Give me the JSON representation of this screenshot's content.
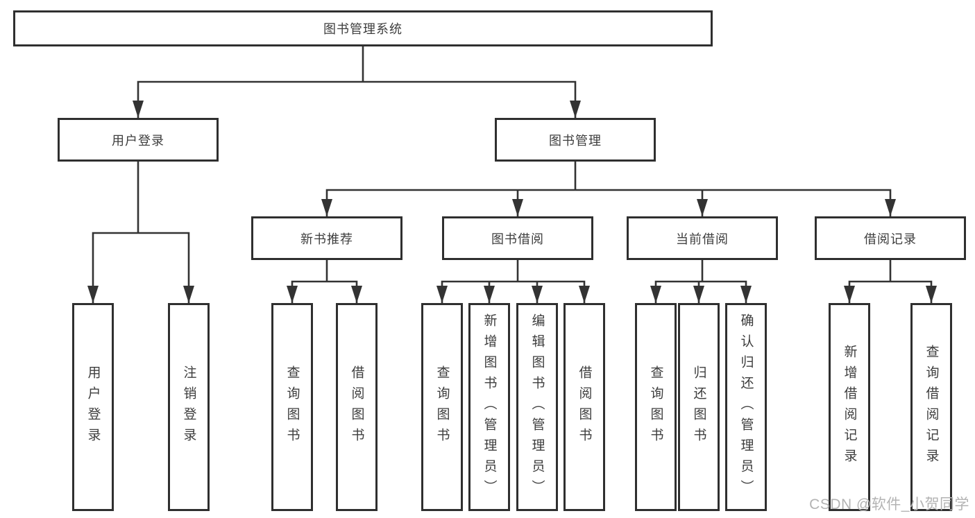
{
  "diagram": {
    "root": {
      "label": "图书管理系统"
    },
    "branches": [
      {
        "label": "用户登录",
        "children": [
          {
            "label": "用户登录"
          },
          {
            "label": "注销登录"
          }
        ]
      },
      {
        "label": "图书管理",
        "children": [
          {
            "label": "新书推荐",
            "children": [
              {
                "label": "查询图书"
              },
              {
                "label": "借阅图书"
              }
            ]
          },
          {
            "label": "图书借阅",
            "children": [
              {
                "label": "查询图书"
              },
              {
                "label": "新增图书（管理员）"
              },
              {
                "label": "编辑图书（管理员）"
              },
              {
                "label": "借阅图书"
              }
            ]
          },
          {
            "label": "当前借阅",
            "children": [
              {
                "label": "查询图书"
              },
              {
                "label": "归还图书"
              },
              {
                "label": "确认归还（管理员）"
              }
            ]
          },
          {
            "label": "借阅记录",
            "children": [
              {
                "label": "新增借阅记录"
              },
              {
                "label": "查询借阅记录"
              }
            ]
          }
        ]
      }
    ]
  },
  "watermark": {
    "text": "CSDN @软件_小贺同学"
  },
  "colors": {
    "border": "#2f2f2f",
    "text": "#3d3d3d",
    "line": "#333333",
    "watermark": "#b3b3b3",
    "background": "#ffffff"
  }
}
